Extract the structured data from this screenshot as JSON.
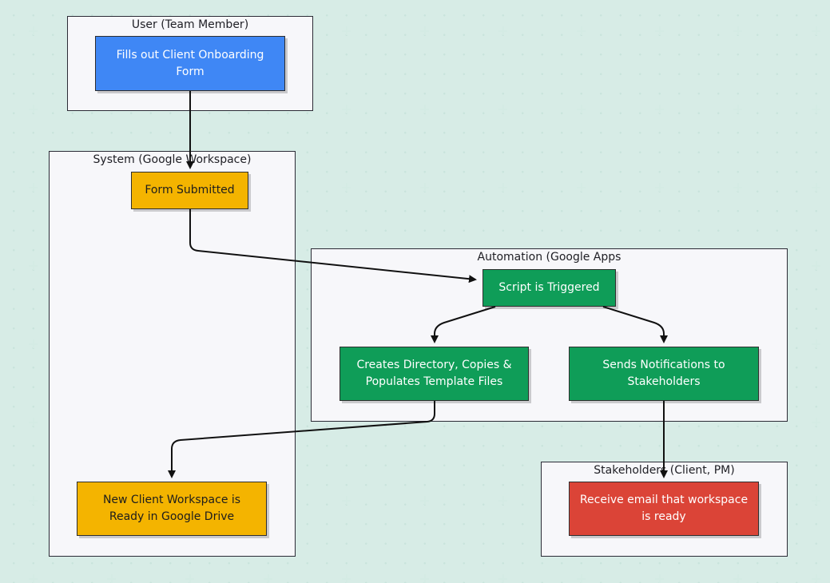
{
  "groups": {
    "user": {
      "title": "User (Team Member)"
    },
    "system": {
      "title": "System (Google Workspace)"
    },
    "automation": {
      "title": "Automation (Google Apps"
    },
    "stakeholders": {
      "title": "Stakeholders (Client, PM)"
    }
  },
  "nodes": {
    "fill_form": {
      "label": "Fills out Client Onboarding Form"
    },
    "form_submitted": {
      "label": "Form Submitted"
    },
    "script_triggered": {
      "label": "Script is Triggered"
    },
    "creates_directory": {
      "label": "Creates Directory, Copies & Populates Template Files"
    },
    "sends_notifications": {
      "label": "Sends Notifications to Stakeholders"
    },
    "workspace_ready": {
      "label": "New Client Workspace is Ready in Google Drive"
    },
    "receive_email": {
      "label": "Receive email that workspace is ready"
    }
  },
  "colors": {
    "blue": "#3f87f5",
    "yellow": "#f4b400",
    "green": "#0f9d58",
    "red": "#db4437"
  }
}
